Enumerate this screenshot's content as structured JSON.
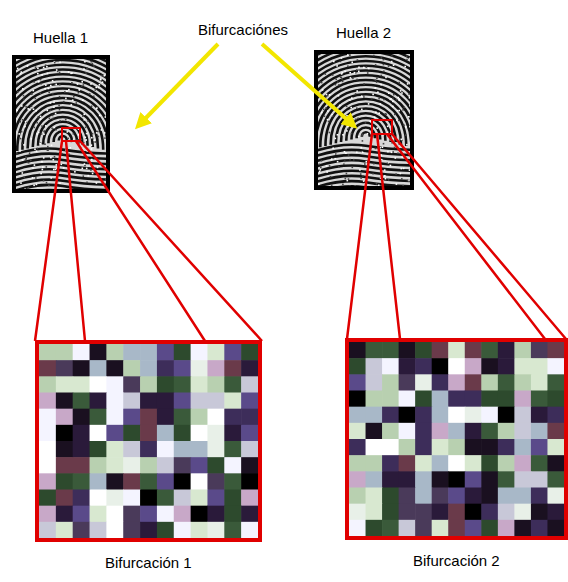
{
  "diagram": {
    "nodes": [
      {
        "text": [
          "Huella 1"
        ]
      },
      {
        "text": [
          "Huella 2"
        ]
      },
      {
        "text": [
          "Bifurcación 1"
        ]
      },
      {
        "text": [
          "Bifurcación 2"
        ]
      }
    ],
    "edges": [
      {
        "from": 0,
        "to": 2,
        "arrow": "none"
      },
      {
        "from": 1,
        "to": 3,
        "arrow": "none"
      }
    ],
    "labels": [
      "Bifurcaciónes"
    ]
  }
}
